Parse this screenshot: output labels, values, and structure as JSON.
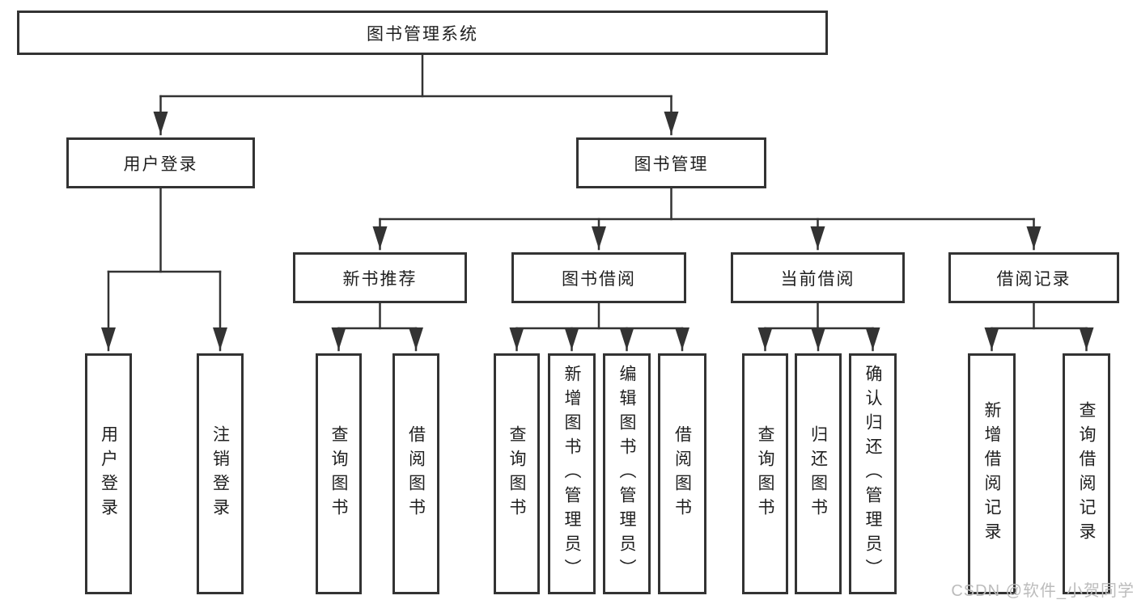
{
  "tree": {
    "root": {
      "label": "图书管理系统"
    },
    "branches": [
      {
        "label": "用户登录",
        "children": [
          {
            "label": "用户登录"
          },
          {
            "label": "注销登录"
          }
        ]
      },
      {
        "label": "图书管理",
        "children": [
          {
            "label": "新书推荐",
            "children": [
              {
                "label": "查询图书"
              },
              {
                "label": "借阅图书"
              }
            ]
          },
          {
            "label": "图书借阅",
            "children": [
              {
                "label": "查询图书"
              },
              {
                "label": "新增图书（管理员）"
              },
              {
                "label": "编辑图书（管理员）"
              },
              {
                "label": "借阅图书"
              }
            ]
          },
          {
            "label": "当前借阅",
            "children": [
              {
                "label": "查询图书"
              },
              {
                "label": "归还图书"
              },
              {
                "label": "确认归还（管理员）"
              }
            ]
          },
          {
            "label": "借阅记录",
            "children": [
              {
                "label": "新增借阅记录"
              },
              {
                "label": "查询借阅记录"
              }
            ]
          }
        ]
      }
    ]
  },
  "watermark": {
    "text": "CSDN @软件_小贺同学",
    "color": "#bcbcbc"
  },
  "colors": {
    "line": "#333333",
    "box_border": "#333333",
    "box_fill": "#ffffff",
    "text": "#1f1f1f",
    "background": "#ffffff"
  }
}
